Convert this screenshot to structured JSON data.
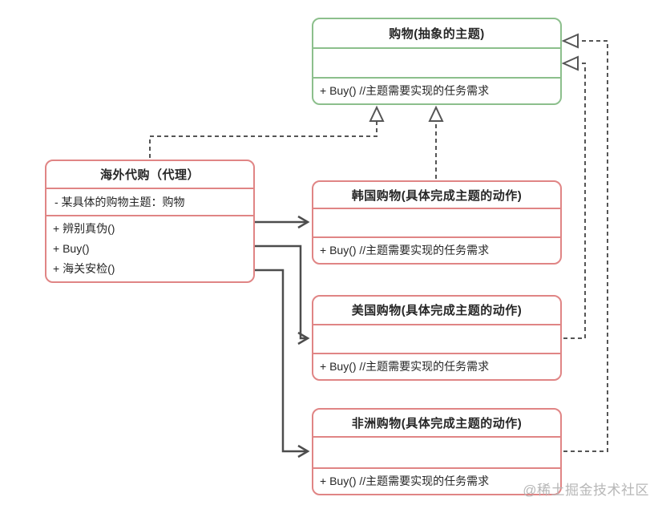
{
  "colors": {
    "background": "#ffffff",
    "abstract_border": "#8cbf8c",
    "concrete_border": "#e08585",
    "connector": "#4d4d4d",
    "dashed_connector": "#555555",
    "text": "#262626",
    "watermark": "#b7b7b7"
  },
  "boxes": {
    "abstract": {
      "title": "购物(抽象的主题)",
      "methods": [
        "+ Buy() //主题需要实现的任务需求"
      ]
    },
    "proxy": {
      "title": "海外代购（代理）",
      "attributes": [
        "- 某具体的购物主题：购物"
      ],
      "methods": [
        "+ 辨别真伪()",
        "+ Buy()",
        "+ 海关安检()"
      ]
    },
    "korea": {
      "title": "韩国购物(具体完成主题的动作)",
      "methods": [
        "+ Buy() //主题需要实现的任务需求"
      ]
    },
    "usa": {
      "title": "美国购物(具体完成主题的动作)",
      "methods": [
        "+ Buy() //主题需要实现的任务需求"
      ]
    },
    "africa": {
      "title": "非洲购物(具体完成主题的动作)",
      "methods": [
        "+ Buy() //主题需要实现的任务需求"
      ]
    }
  },
  "watermark": "@稀土掘金技术社区"
}
